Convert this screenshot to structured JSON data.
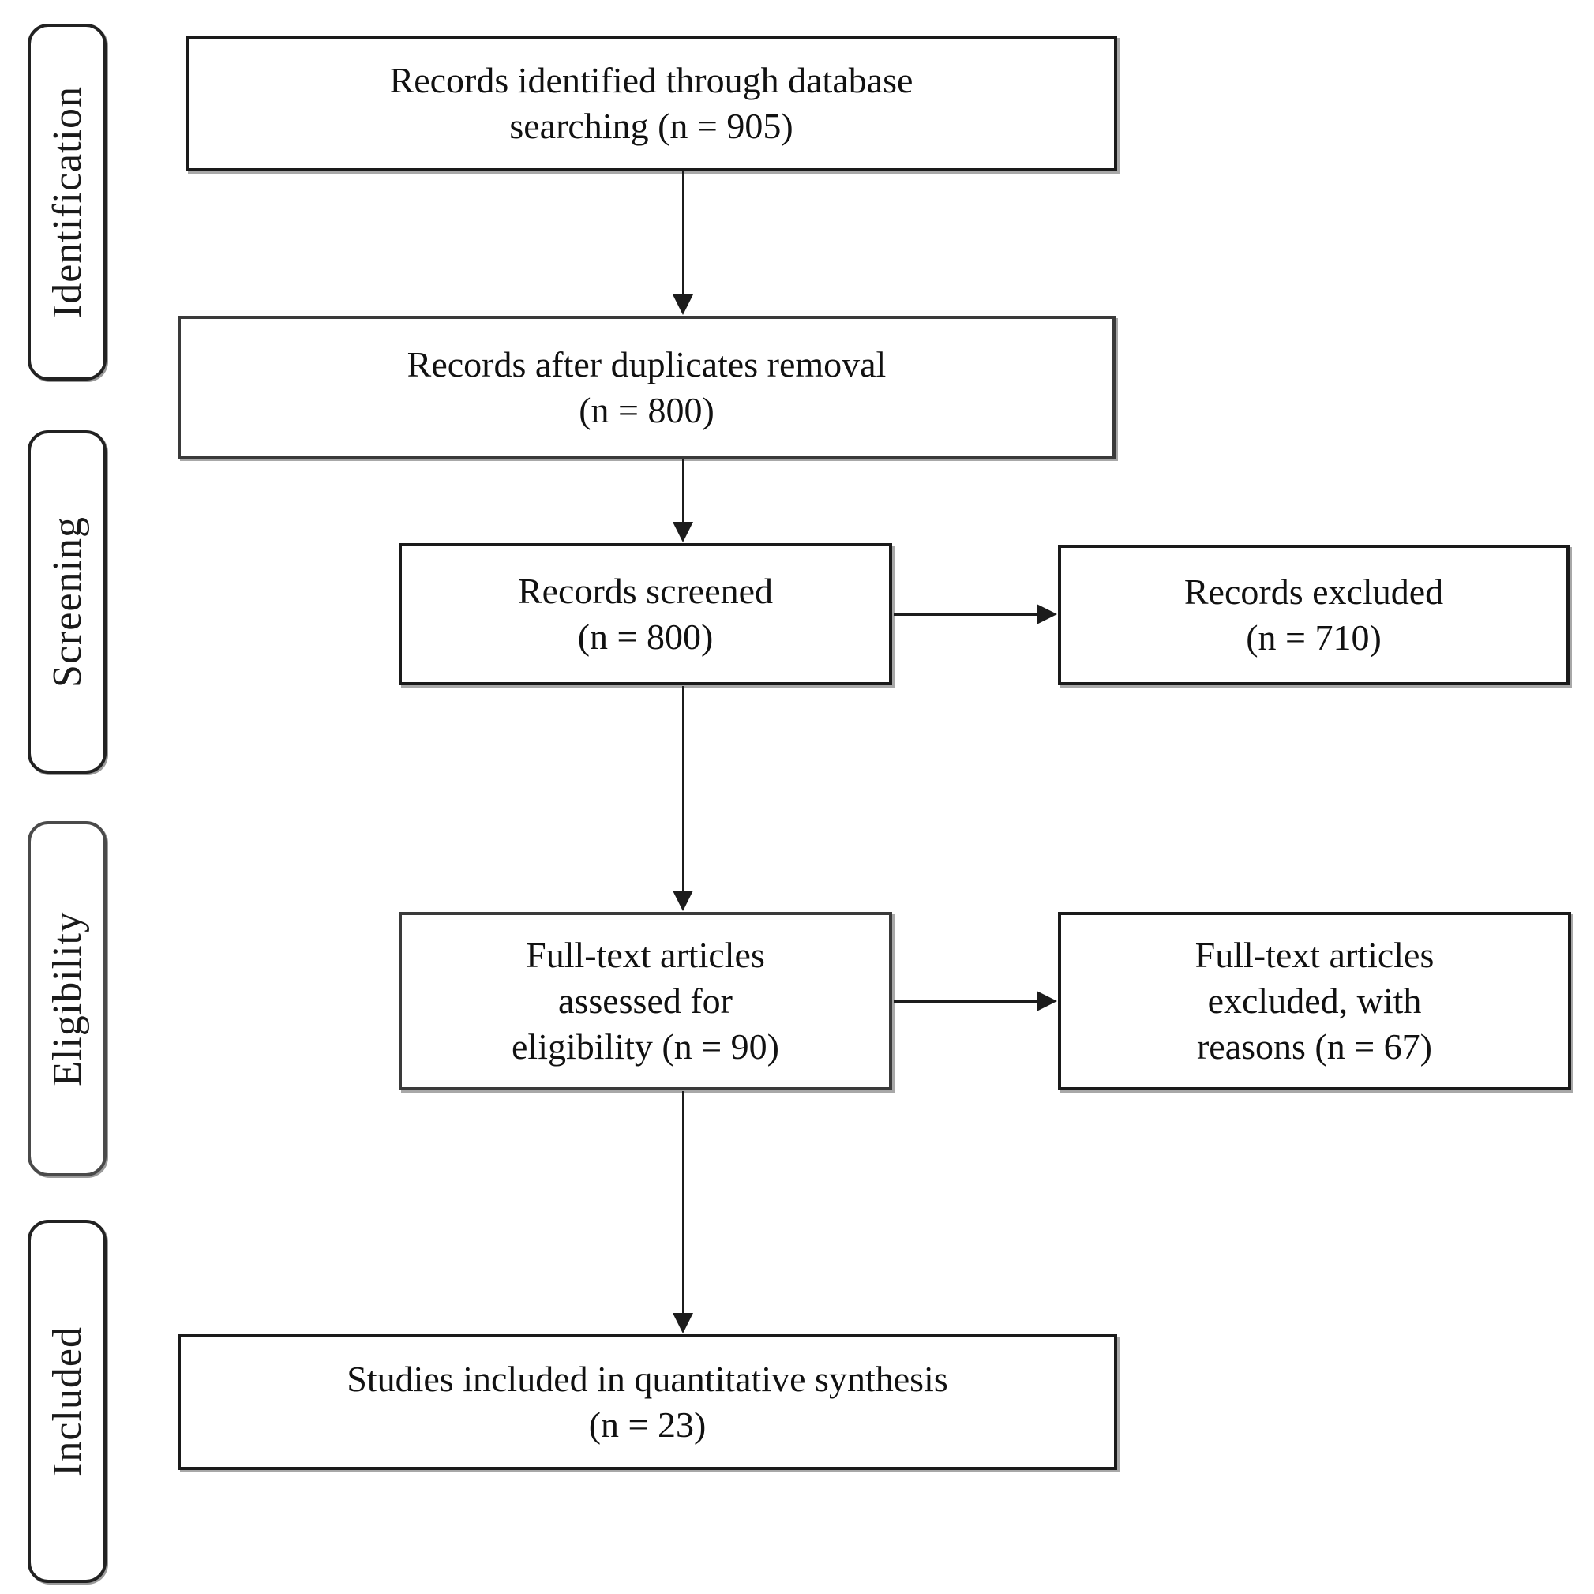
{
  "figure": {
    "type": "prisma-flow-diagram",
    "background_color": "#ffffff",
    "text_color": "#111111",
    "border_color": "#1a1a1a",
    "shadow_color": "#a8a8a8"
  },
  "stages": {
    "identification": "Identification",
    "screening": "Screening",
    "eligibility": "Eligibility",
    "included": "Included"
  },
  "boxes": {
    "identified": {
      "lines": [
        "Records identified through database",
        "searching (n = 905)"
      ],
      "n": 905
    },
    "duplicates": {
      "lines": [
        "Records after duplicates removal",
        "(n = 800)"
      ],
      "n": 800
    },
    "screened": {
      "lines": [
        "Records screened",
        "(n = 800)"
      ],
      "n": 800
    },
    "records_excluded": {
      "lines": [
        "Records excluded",
        "(n = 710)"
      ],
      "n": 710
    },
    "fulltext_assessed": {
      "lines": [
        "Full-text articles",
        "assessed for",
        "eligibility (n = 90)"
      ],
      "n": 90
    },
    "fulltext_excluded": {
      "lines": [
        "Full-text articles",
        "excluded, with",
        "reasons (n = 67)"
      ],
      "n": 67
    },
    "included_synthesis": {
      "lines": [
        "Studies included in quantitative synthesis",
        "(n = 23)"
      ],
      "n": 23
    }
  }
}
